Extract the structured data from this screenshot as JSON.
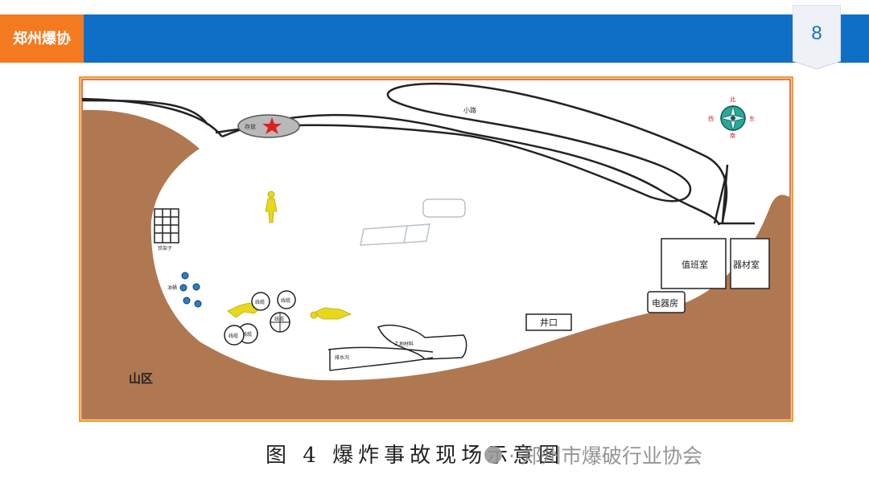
{
  "header": {
    "brand": "郑州爆协",
    "page_number": "8"
  },
  "map": {
    "compass": {
      "north": "北",
      "east": "东",
      "south": "南",
      "west": "西"
    },
    "labels": {
      "road": "小路",
      "warehouse": "存放",
      "rack": "铁架子",
      "oil_drums": "油桶",
      "cable_1": "线缆",
      "cable_2": "线缆",
      "cable_3": "线缆",
      "cable_4": "线缆",
      "cable_5": "线缆",
      "materials": "工地材料",
      "drainage": "排水沟",
      "mountain": "山区",
      "duty_room": "值班室",
      "equipment_room": "器材室",
      "electric_room": "电器房",
      "well": "井口"
    }
  },
  "caption": "图 4  爆炸事故现场示意图",
  "watermark": "· 郑州市爆破行业协会"
}
